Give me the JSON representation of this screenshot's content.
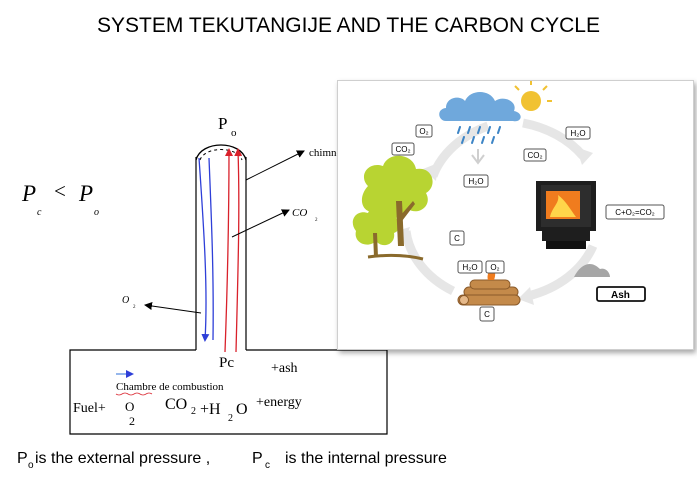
{
  "title": "SYSTEM TEKUTANGIJE AND THE CARBON CYCLE",
  "pressure_relation": {
    "left_var": "P",
    "left_sub": "c",
    "symbol": "<",
    "right_var": "P",
    "right_sub": "o"
  },
  "chimney_diagram": {
    "top_label": "P",
    "top_label_sub": "o",
    "chimney_label": "chimney",
    "co2_label": "CO",
    "co2_sub": "2",
    "o2_label": "O",
    "o2_sub": "2",
    "pc_label": "Pc",
    "ash_label": "+ash",
    "chamber_label": "Chambre de combustion",
    "equation": {
      "fuel": "Fuel+",
      "o2": "O",
      "o2_sub": "2",
      "co2": "CO",
      "co2_sub": "2",
      "plus_h": "+H",
      "h2o_sub": "2",
      "o": "O",
      "energy": "+energy"
    }
  },
  "footer": {
    "po_var": "P",
    "po_sub": "o",
    "po_text": "is the external pressure ,",
    "pc_var": "P",
    "pc_sub": "c",
    "pc_text": "is the internal pressure"
  },
  "carbon_cycle_panel": {
    "labels": {
      "o2_top": "O₂",
      "co2_left": "CO₂",
      "h2o_right": "H₂O",
      "co2_right": "CO₂",
      "h2o_center": "H₂O",
      "c_tree": "C",
      "reaction": "C+O₂=CO₂",
      "h2o_bottom": "H₂O",
      "o2_bottom": "O₂",
      "c_wood": "C",
      "ash": "Ash"
    }
  },
  "colors": {
    "flow_down": "#2e3fd8",
    "flow_up": "#d9212b",
    "cloud": "#6fa8dc",
    "rain": "#3d85c6",
    "sun": "#f1c232",
    "tree": "#b8d432",
    "trunk": "#8a6a2c",
    "wood": "#c48a4a",
    "stove": "#1e1e1e",
    "fire": "#f07c1e",
    "cycle_arrow": "#e5e5e5"
  }
}
